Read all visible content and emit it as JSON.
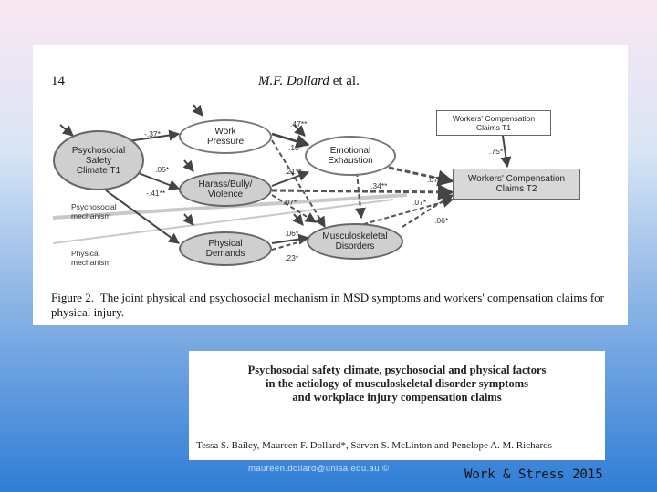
{
  "figure": {
    "page_number": "14",
    "running_head_author": "M.F. Dollard",
    "running_head_suffix": " et al.",
    "nodes": {
      "psc": "Psychosocial\nSafety\nClimate T1",
      "work_pressure": "Work\nPressure",
      "harass": "Harass/Bully/\nViolence",
      "physical_demands": "Physical\nDemands",
      "emotional_exhaustion": "Emotional\nExhaustion",
      "msd": "Musculoskeletal\nDisorders",
      "wc_t1": "Workers' Compensation\nClaims T1",
      "wc_t2": "Workers' Compensation\nClaims T2"
    },
    "mechanisms": {
      "psychosocial": "Psychosocial\nmechanism",
      "physical": "Physical\nmechanism"
    },
    "coefficients": {
      "psc_wp": "-.37*",
      "psc_hb": ".05*",
      "psc_pd": "-.41**",
      "wp_ee": ".47**",
      "wp_msd": ".10*",
      "hb_ee": ".21**",
      "hb_msd": ".07*",
      "ee_wc2": ".34**",
      "ee_msd": ".07*",
      "wc1_wc2": ".75*",
      "msd_wc2_a": ".07*",
      "msd_wc2_b": ".06*",
      "pd_msd": ".06*",
      "pd_wc2": ".23*"
    },
    "caption_label": "Figure 2.",
    "caption_text": "The joint physical and psychosocial mechanism in MSD symptoms and workers' compensation claims for physical injury."
  },
  "paper": {
    "title": "Psychosocial safety climate, psychosocial and physical factors\nin the aetiology of musculoskeletal disorder symptoms\nand workplace injury compensation claims",
    "authors": "Tessa S. Bailey, Maureen F. Dollard*, Sarven S. McLinton and Penelope A. M. Richards"
  },
  "footer": {
    "email": "maureen.dollard@unisa.edu.au ©",
    "journal": "Work & Stress 2015"
  }
}
